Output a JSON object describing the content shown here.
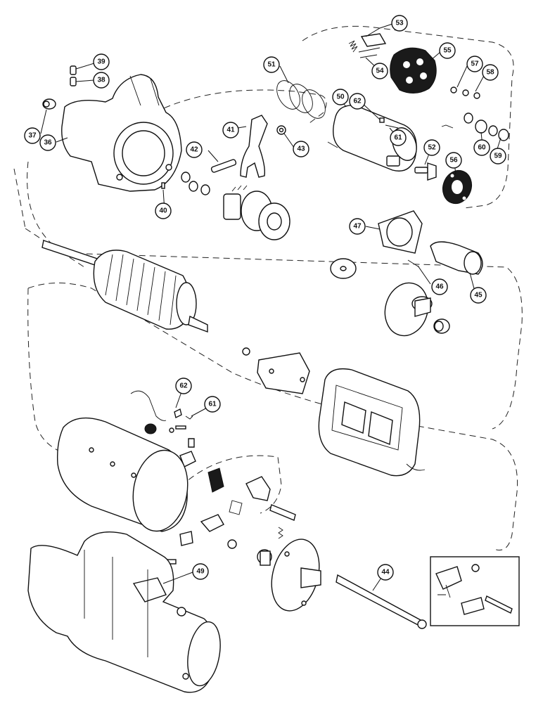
{
  "callouts": [
    {
      "id": "c53",
      "label": "53"
    },
    {
      "id": "c55",
      "label": "55"
    },
    {
      "id": "c54",
      "label": "54"
    },
    {
      "id": "c57",
      "label": "57"
    },
    {
      "id": "c58",
      "label": "58"
    },
    {
      "id": "c39",
      "label": "39"
    },
    {
      "id": "c38",
      "label": "38"
    },
    {
      "id": "c51",
      "label": "51"
    },
    {
      "id": "c37",
      "label": "37"
    },
    {
      "id": "c36",
      "label": "36"
    },
    {
      "id": "c50",
      "label": "50"
    },
    {
      "id": "c62a",
      "label": "62"
    },
    {
      "id": "c61a",
      "label": "61"
    },
    {
      "id": "c41",
      "label": "41"
    },
    {
      "id": "c43",
      "label": "43"
    },
    {
      "id": "c60",
      "label": "60"
    },
    {
      "id": "c59",
      "label": "59"
    },
    {
      "id": "c42",
      "label": "42"
    },
    {
      "id": "c52",
      "label": "52"
    },
    {
      "id": "c56",
      "label": "56"
    },
    {
      "id": "c40",
      "label": "40"
    },
    {
      "id": "c47",
      "label": "47"
    },
    {
      "id": "c46",
      "label": "46"
    },
    {
      "id": "c45",
      "label": "45"
    },
    {
      "id": "c62b",
      "label": "62"
    },
    {
      "id": "c61b",
      "label": "61"
    },
    {
      "id": "c49",
      "label": "49"
    },
    {
      "id": "c44",
      "label": "44"
    }
  ]
}
